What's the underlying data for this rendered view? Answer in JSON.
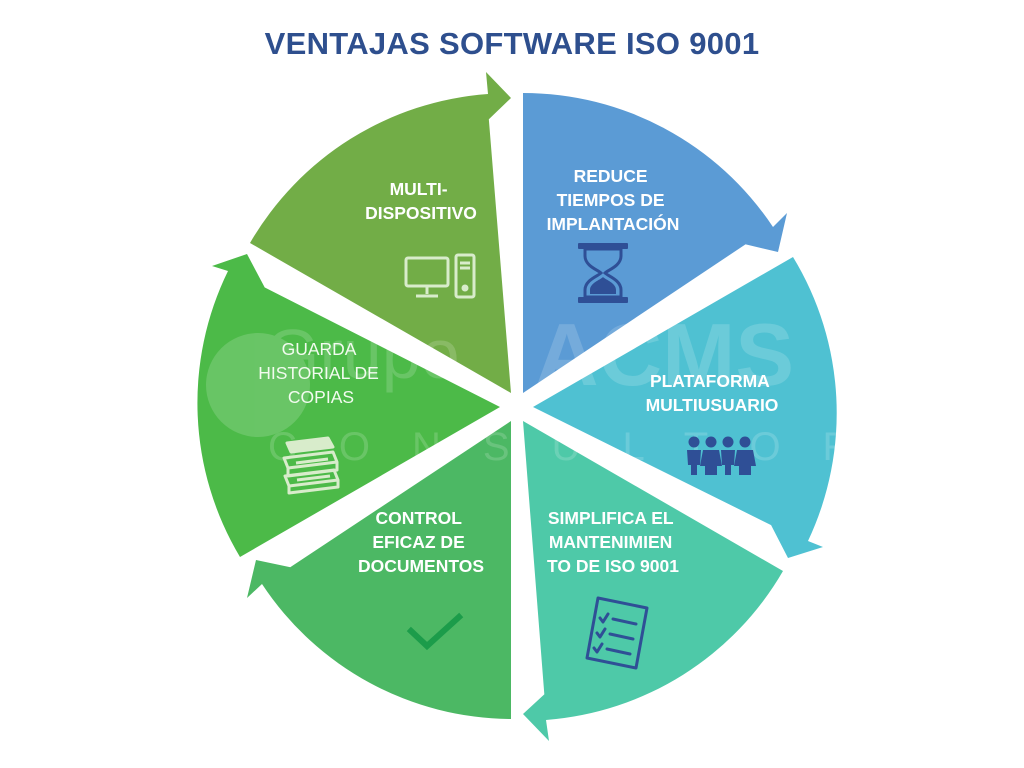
{
  "title": "VENTAJAS SOFTWARE ISO 9001",
  "watermark": {
    "line1_a": "Grupo",
    "line1_b": "ACMS",
    "line2": "CONSULTORES"
  },
  "colors": {
    "title": "#2e4f8e",
    "segment_top_right": "#5b9bd5",
    "segment_right": "#4fc1d2",
    "segment_bottom_right": "#4ec9a8",
    "segment_bottom_left": "#4cb864",
    "segment_left": "#4cba48",
    "segment_top_left": "#72ad47"
  },
  "segments": [
    {
      "id": "top-right",
      "lines": [
        "REDUCE",
        "TIEMPOS DE",
        "IMPLANTACIÓN"
      ],
      "icon": "hourglass-icon"
    },
    {
      "id": "right",
      "lines": [
        "PLATAFORMA",
        "MULTIUSUARIO"
      ],
      "icon": "users-group-icon"
    },
    {
      "id": "bottom-right",
      "lines": [
        "SIMPLIFICA EL",
        "MANTENIMIEN",
        "TO DE ISO 9001"
      ],
      "icon": "checklist-icon"
    },
    {
      "id": "bottom-left",
      "lines": [
        "CONTROL",
        "EFICAZ DE",
        "DOCUMENTOS"
      ],
      "icon": "checkmark-icon"
    },
    {
      "id": "left",
      "lines": [
        "GUARDA",
        "HISTORIAL DE",
        "COPIAS"
      ],
      "icon": "books-stack-icon"
    },
    {
      "id": "top-left",
      "lines": [
        "MULTI-",
        "DISPOSITIVO"
      ],
      "icon": "desktop-computer-icon"
    }
  ]
}
